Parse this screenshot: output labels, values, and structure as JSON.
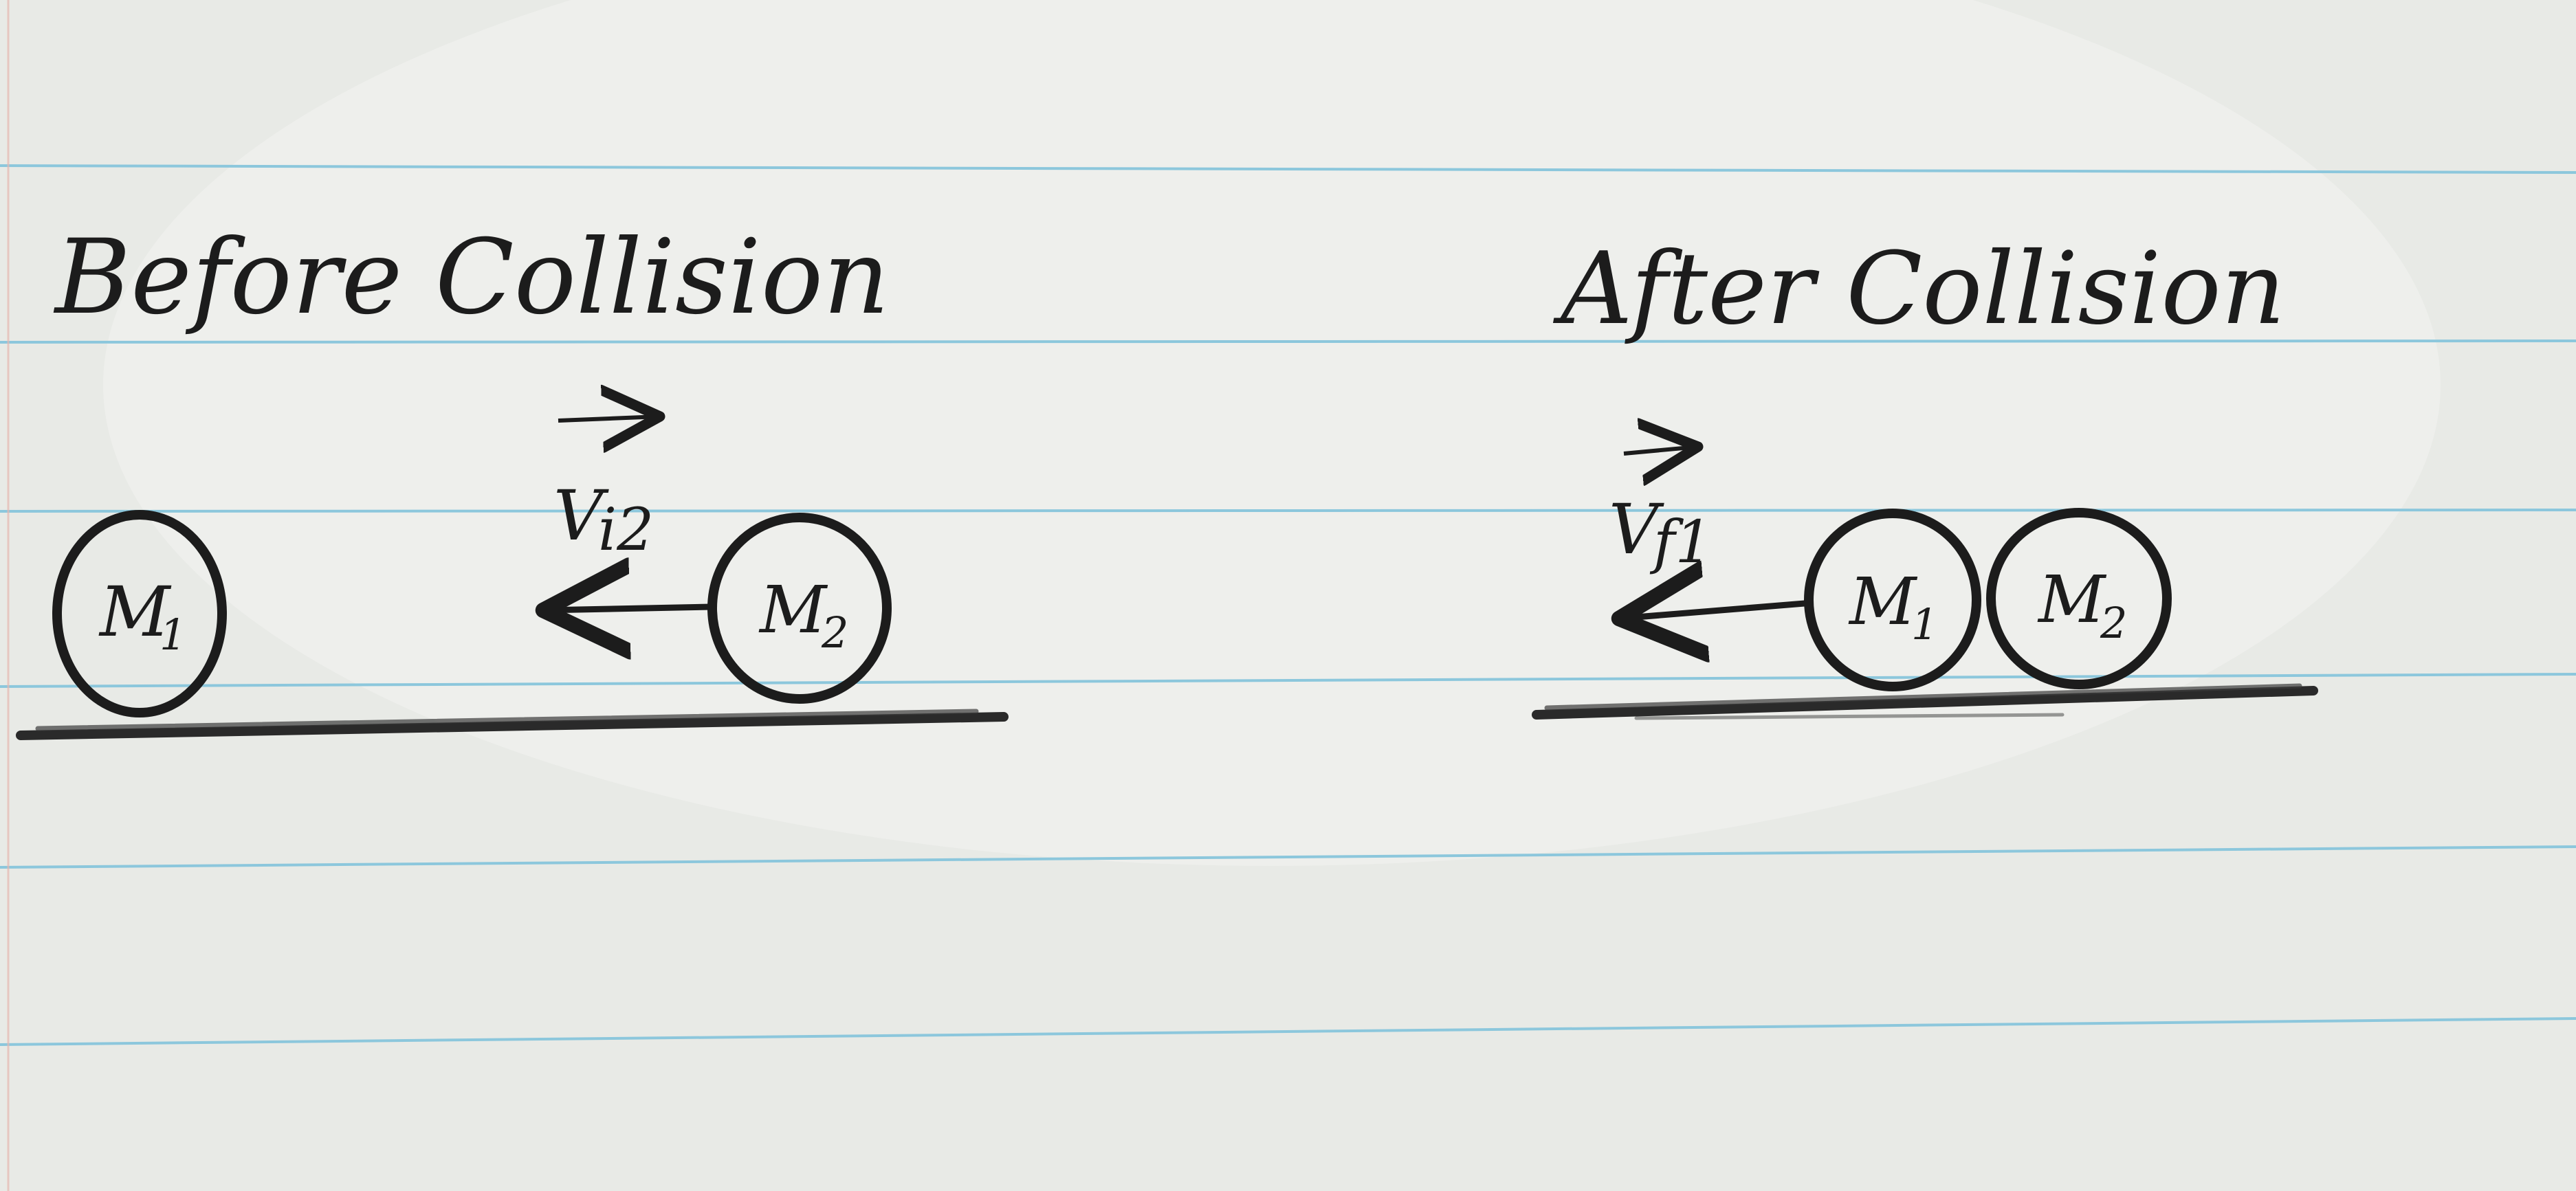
{
  "before": {
    "title": "Before Collision",
    "velocity_label_main": "V",
    "velocity_label_sub": "i2",
    "mass_left_main": "M",
    "mass_left_sub": "1",
    "mass_right_main": "M",
    "mass_right_sub": "2"
  },
  "after": {
    "title": "After Collision",
    "velocity_label_main": "V",
    "velocity_label_sub": "f1",
    "mass_left_main": "M",
    "mass_left_sub": "1",
    "mass_right_main": "M",
    "mass_right_sub": "2"
  },
  "style": {
    "paper_color": "#e8eae6",
    "ruled_line_color": "#8cc7dc",
    "ink_color": "#1c1c1c"
  }
}
